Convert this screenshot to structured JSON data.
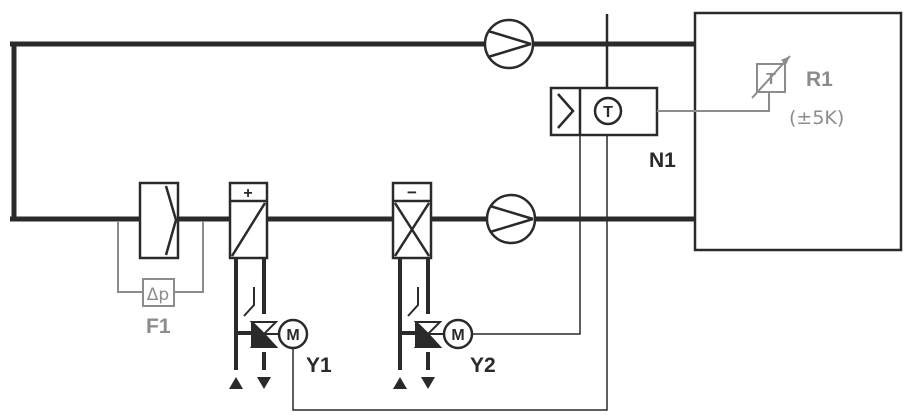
{
  "colors": {
    "main": "#2a2a2a",
    "signal": "#8c8c8c",
    "background": "#ffffff"
  },
  "labels": {
    "r1": "R1",
    "r1_tolerance": "(±5K)",
    "n1": "N1",
    "f1": "F1",
    "y1": "Y1",
    "y2": "Y2"
  },
  "symbols": {
    "temperature": "T",
    "sensor_temperature": "T",
    "motor": "M",
    "pressure_diff": "Δp",
    "heater_sign": "+",
    "cooler_sign": "−"
  }
}
